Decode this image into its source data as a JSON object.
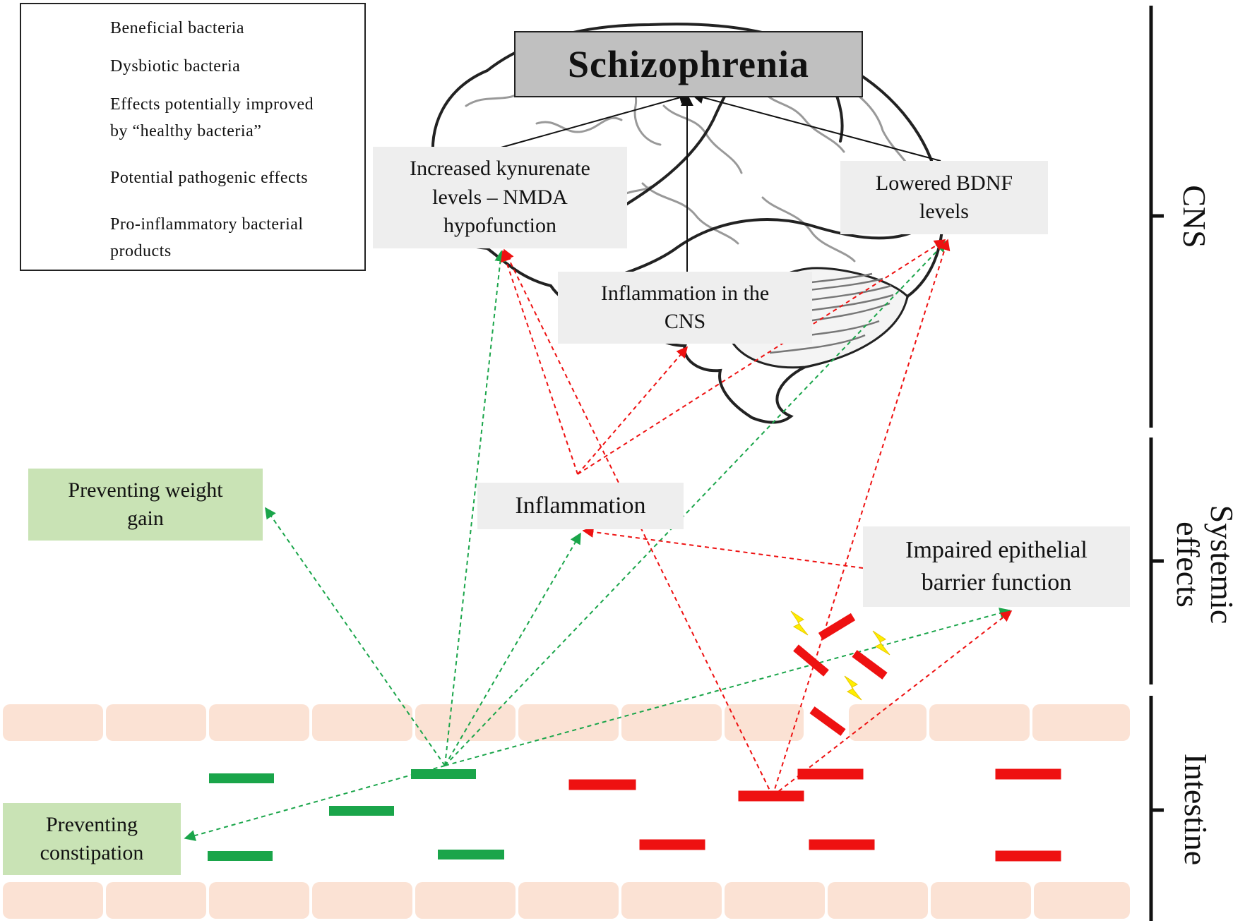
{
  "title": "Schizophrenia",
  "legend": {
    "beneficial": "Beneficial bacteria",
    "dysbiotic": "Dysbiotic bacteria",
    "improved_line1": "Effects potentially improved",
    "improved_line2": "by “healthy bacteria”",
    "pathogenic": "Potential pathogenic effects",
    "proinflam_line1": "Pro-inflammatory bacterial",
    "proinflam_line2": "products"
  },
  "nodes": {
    "kynurenate_line1": "Increased kynurenate",
    "kynurenate_line2": "levels – NMDA",
    "kynurenate_line3": "hypofunction",
    "bdnf_line1": "Lowered BDNF",
    "bdnf_line2": "levels",
    "cns_inflammation_line1": "Inflammation in the",
    "cns_inflammation_line2": "CNS",
    "inflammation": "Inflammation",
    "barrier_line1": "Impaired epithelial",
    "barrier_line2": "barrier function",
    "weight_line1": "Preventing weight",
    "weight_line2": "gain",
    "constipation_line1": "Preventing",
    "constipation_line2": "constipation"
  },
  "scale": {
    "cns": "CNS",
    "systemic_line1": "Systemic",
    "systemic_line2": "effects",
    "intestine": "Intestine"
  },
  "colors": {
    "beneficial": "#1aa54a",
    "dysbiotic": "#ee1111",
    "lightning": "#ffee00",
    "epithelium": "#fbe2d4",
    "grey_box": "#eeeeee",
    "green_box": "#c9e3b5",
    "title_box": "#c0c0c0"
  }
}
